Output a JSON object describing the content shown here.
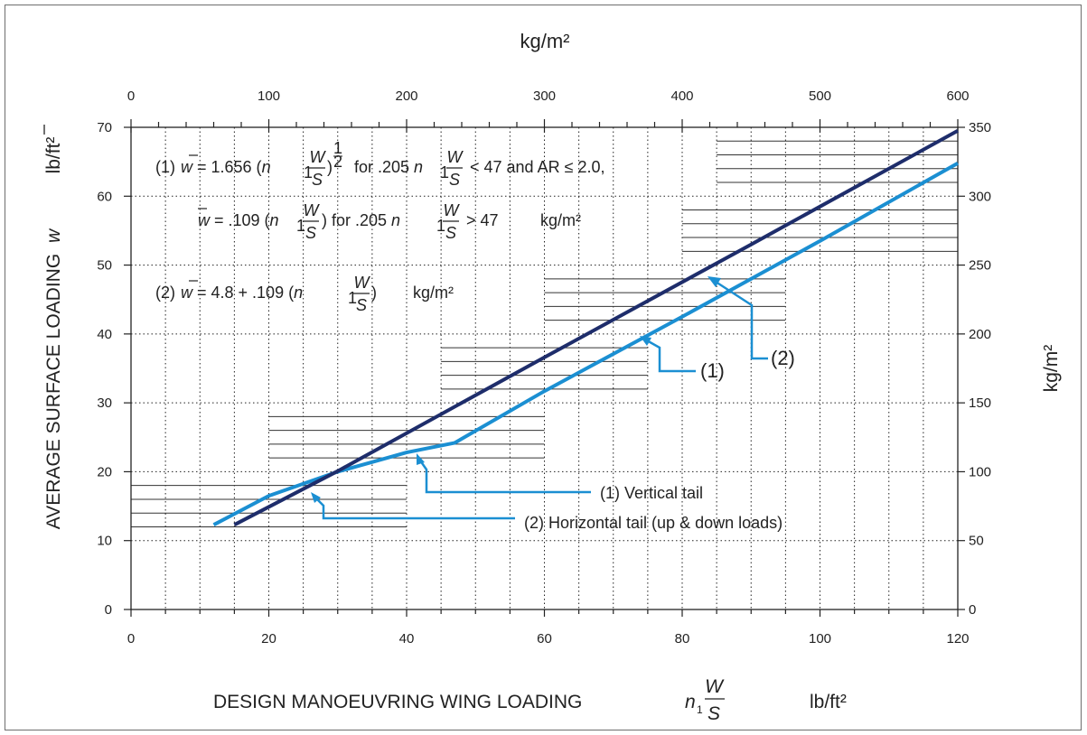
{
  "chart_data": {
    "type": "line",
    "axes": {
      "x_bottom": {
        "label": "DESIGN MANOEUVRING WING LOADING",
        "symbol": "n",
        "symbol_sub": "1",
        "frac_num": "W",
        "frac_den": "S",
        "unit": "lb/ft²",
        "ticks": [
          "0",
          "20",
          "40",
          "60",
          "80",
          "100",
          "120"
        ],
        "range": [
          0,
          120
        ]
      },
      "x_top": {
        "unit": "kg/m²",
        "ticks": [
          "0",
          "100",
          "200",
          "300",
          "400",
          "500",
          "600"
        ],
        "range": [
          0,
          600
        ]
      },
      "y_left": {
        "label": "AVERAGE SURFACE LOADING",
        "symbol": "w",
        "unit": "lb/ft²",
        "ticks": [
          "0",
          "10",
          "20",
          "30",
          "40",
          "50",
          "60",
          "70"
        ],
        "range": [
          0,
          70
        ]
      },
      "y_right": {
        "unit": "kg/m²",
        "ticks": [
          "0",
          "50",
          "100",
          "150",
          "200",
          "250",
          "300",
          "350"
        ],
        "range": [
          0,
          350
        ]
      }
    },
    "grid": "dotted",
    "series": [
      {
        "name": "(1) Vertical tail",
        "color": "#1b8fd2",
        "x": [
          12,
          20,
          30,
          40,
          47,
          60,
          80,
          100,
          120
        ],
        "y": [
          12.3,
          16.5,
          20.0,
          22.8,
          24.2,
          31.7,
          42.5,
          53.5,
          64.8
        ]
      },
      {
        "name": "(2) Horizontal tail (up & down loads)",
        "color": "#1e2d6b",
        "x": [
          15,
          30,
          60,
          90,
          120
        ],
        "y": [
          12.3,
          20.1,
          36.6,
          53.0,
          69.5
        ]
      }
    ],
    "hatched_bands": [
      {
        "x": [
          0,
          40
        ],
        "y": [
          12,
          18
        ]
      },
      {
        "x": [
          20,
          60
        ],
        "y": [
          22,
          28
        ]
      },
      {
        "x": [
          45,
          75
        ],
        "y": [
          32,
          38
        ]
      },
      {
        "x": [
          60,
          95
        ],
        "y": [
          42,
          48
        ]
      },
      {
        "x": [
          80,
          120
        ],
        "y": [
          52,
          58
        ]
      },
      {
        "x": [
          85,
          120
        ],
        "y": [
          62,
          68
        ]
      }
    ],
    "formulas": {
      "f1": {
        "lead": "(1)",
        "w": "w",
        "eq": "= 1.656 (",
        "n": "n",
        "sub": "1",
        "W": "W",
        "S": "S",
        "close": ")",
        "exp_num": "1",
        "exp_den": "2",
        "cond_a": "for .205",
        "cond_b": "< 47 and AR ≤ 2.0,"
      },
      "f2": {
        "w": "w",
        "eq": "= .109 (",
        "n": "n",
        "sub": "1",
        "W": "W",
        "S": "S",
        "close": ") for .205",
        "cond": "> 47",
        "unit": "kg/m²"
      },
      "f3": {
        "lead": "(2)",
        "w": "w",
        "eq": "= 4.8 + .109 (",
        "n": "n",
        "sub": "1",
        "W": "W",
        "S": "S",
        "close": ")",
        "unit": "kg/m²"
      }
    },
    "callouts": {
      "c1": "(1)",
      "c2": "(2)",
      "vertical_tail": "(1) Vertical tail",
      "horizontal_tail": "(2) Horizontal tail (up & down loads)"
    }
  },
  "colors": {
    "series1": "#1b8fd2",
    "series2": "#1e2d6b",
    "grid": "#222222",
    "hatch": "#333333",
    "callout": "#1b8fd2"
  }
}
